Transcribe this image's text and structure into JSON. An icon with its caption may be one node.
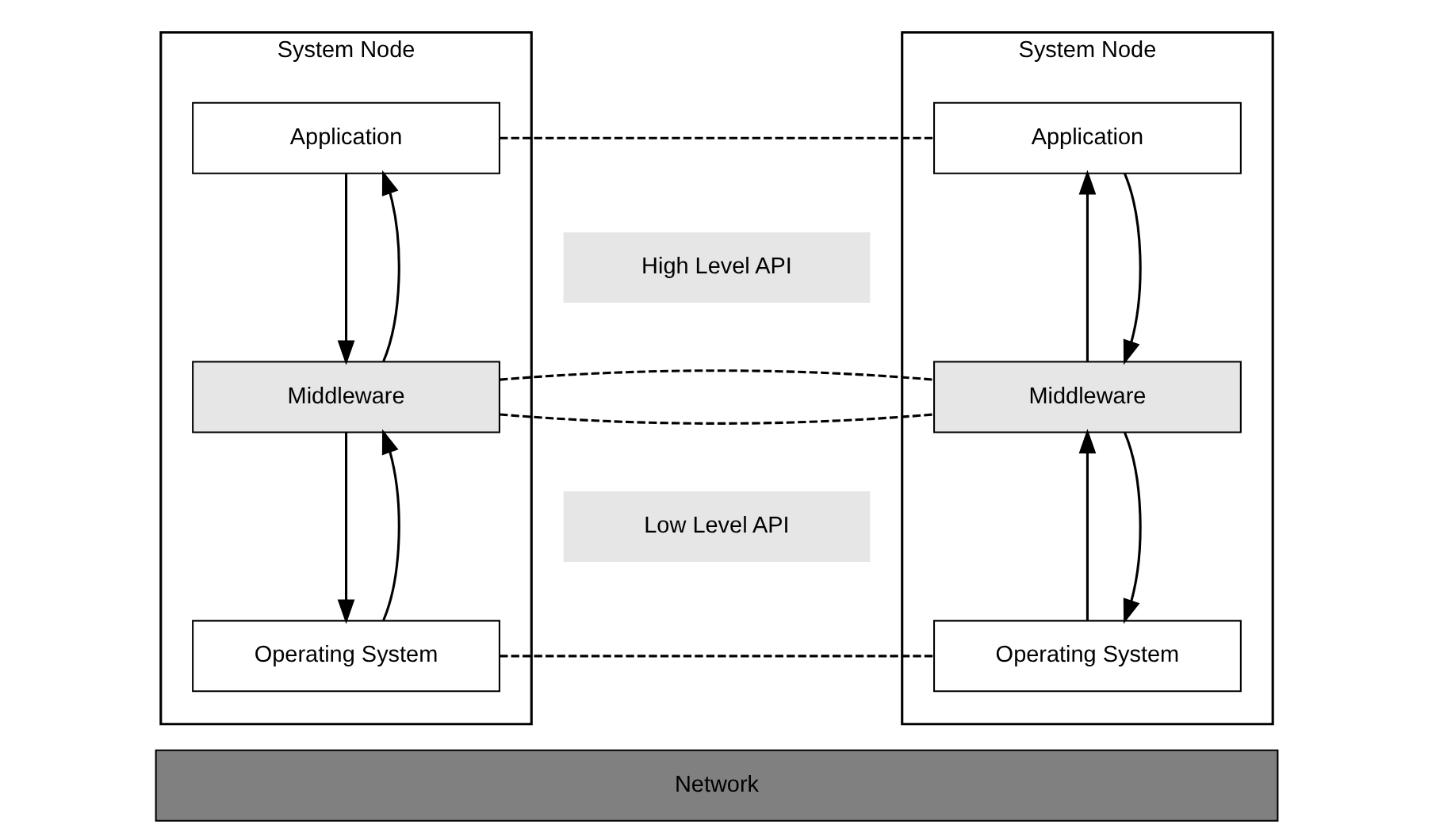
{
  "diagram": {
    "nodes": [
      {
        "text": [
          "System Node"
        ]
      },
      {
        "text": [
          "Application"
        ],
        "in": 0
      },
      {
        "text": [
          "Middleware"
        ],
        "in": 0
      },
      {
        "text": [
          "Operating System"
        ],
        "in": 0
      },
      {
        "text": [
          "High Level API"
        ]
      },
      {
        "text": [
          "Low Level API"
        ]
      },
      {
        "text": [
          "System Node"
        ]
      },
      {
        "text": [
          "Application"
        ],
        "in": 6
      },
      {
        "text": [
          "Middleware"
        ],
        "in": 6
      },
      {
        "text": [
          "Operating System"
        ],
        "in": 6
      },
      {
        "text": [
          "Network"
        ]
      }
    ],
    "edges": [
      {
        "from": 1,
        "to": 2,
        "arrow": "to"
      },
      {
        "from": 2,
        "to": 1,
        "arrow": "to"
      },
      {
        "from": 2,
        "to": 3,
        "arrow": "to"
      },
      {
        "from": 3,
        "to": 2,
        "arrow": "to"
      },
      {
        "from": 8,
        "to": 7,
        "arrow": "to"
      },
      {
        "from": 7,
        "to": 8,
        "arrow": "to"
      },
      {
        "from": 9,
        "to": 8,
        "arrow": "to"
      },
      {
        "from": 8,
        "to": 9,
        "arrow": "to"
      },
      {
        "from": 1,
        "to": 7,
        "arrow": "none",
        "style": "dashed"
      },
      {
        "from": 2,
        "to": 8,
        "arrow": "none",
        "style": "dashed"
      },
      {
        "from": 2,
        "to": 8,
        "arrow": "none",
        "style": "dashed"
      },
      {
        "from": 3,
        "to": 9,
        "arrow": "none",
        "style": "dashed"
      }
    ]
  }
}
